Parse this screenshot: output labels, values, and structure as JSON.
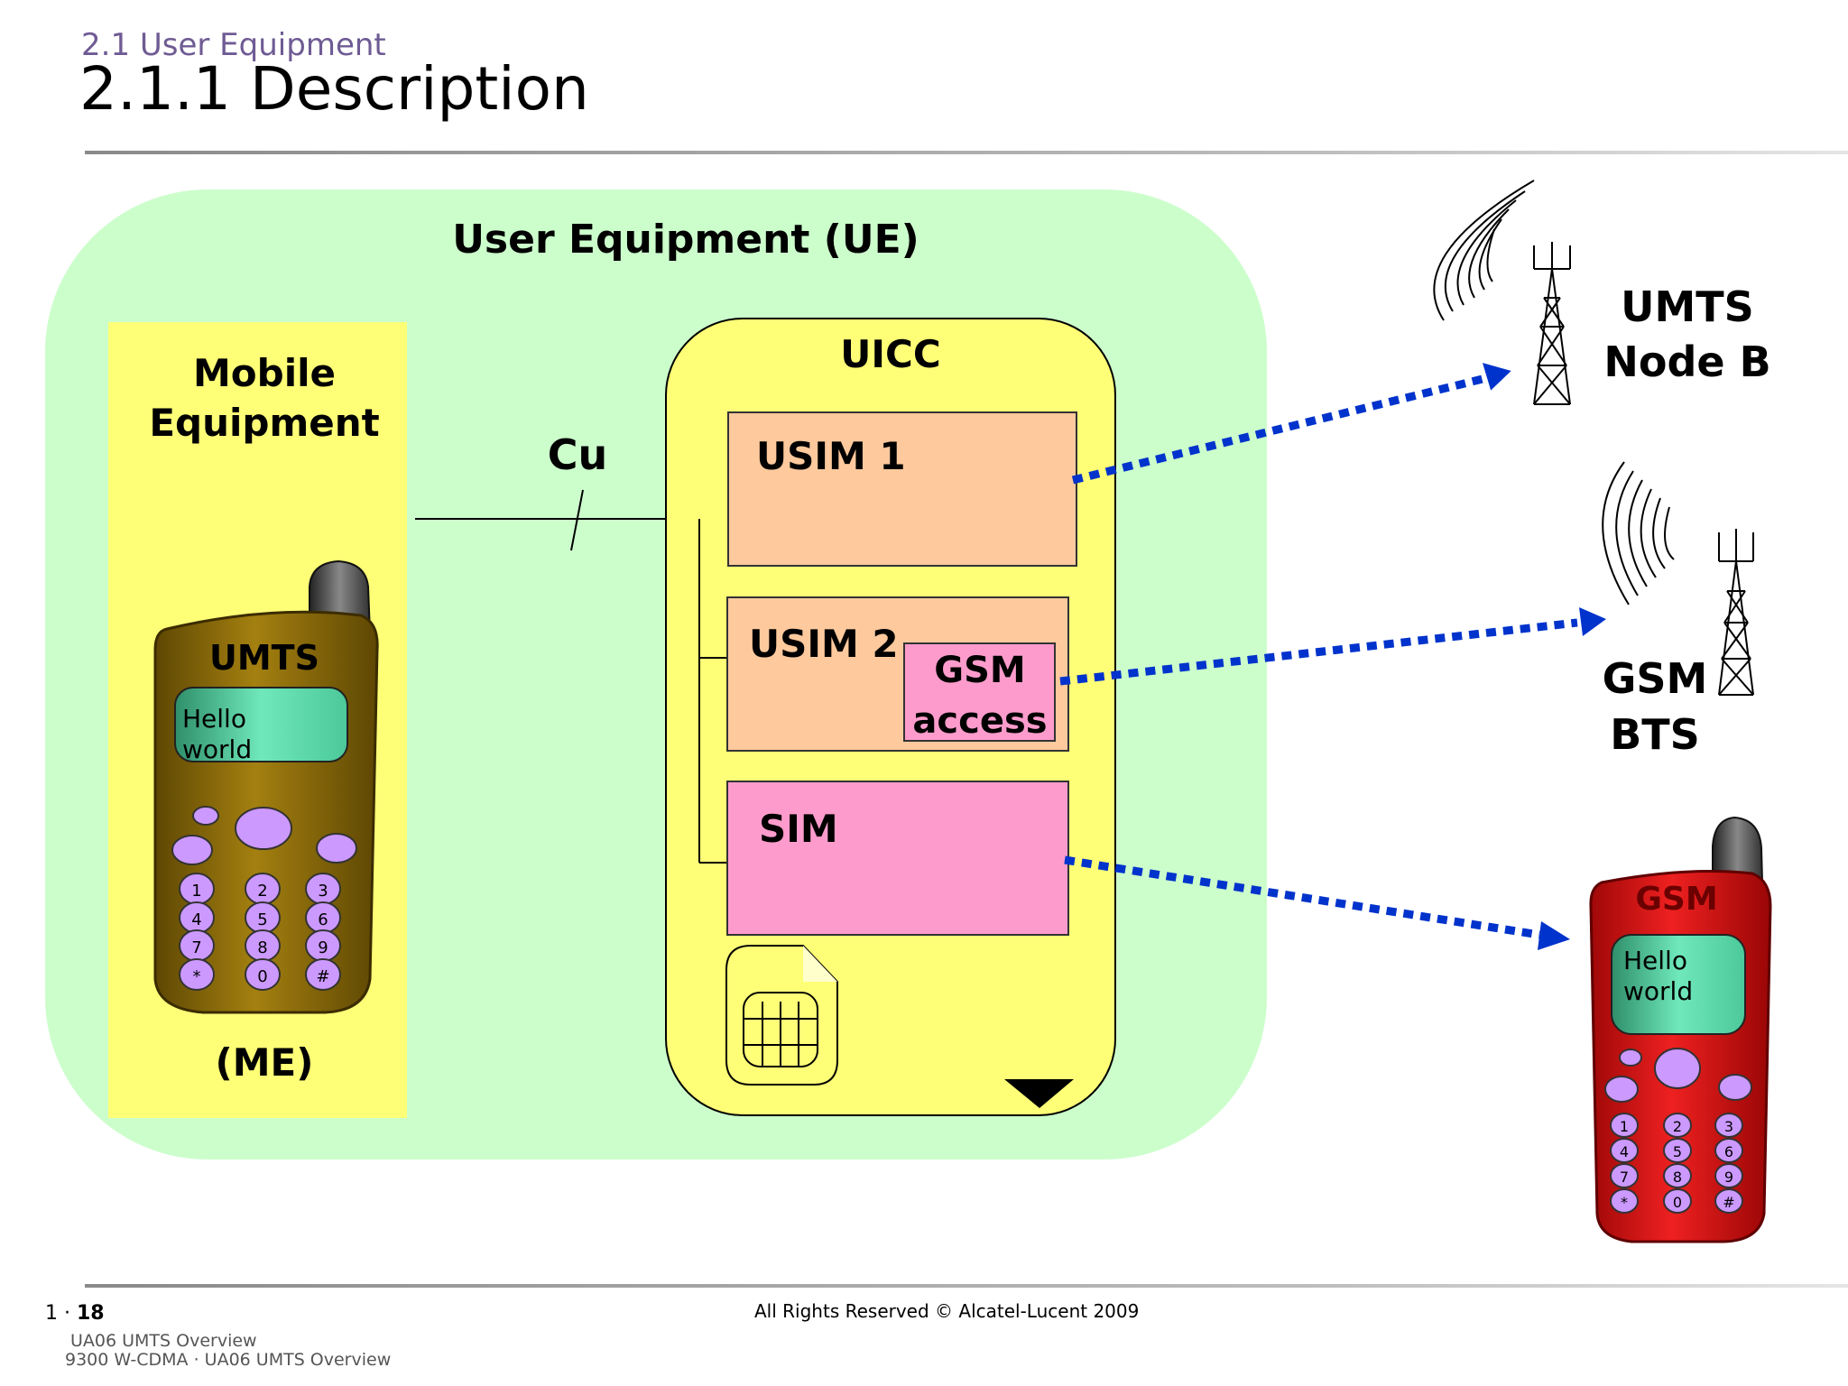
{
  "header": {
    "section": "2.1 User Equipment",
    "title": "2.1.1 Description"
  },
  "diagram": {
    "ue_label": "User Equipment (UE)",
    "me_label_line1": "Mobile",
    "me_label_line2": "Equipment",
    "me_abbrev": "(ME)",
    "interface_label": "Cu",
    "uicc_label": "UICC",
    "usim1_label": "USIM 1",
    "usim2_label": "USIM 2",
    "gsm_access_line1": "GSM",
    "gsm_access_line2": "access",
    "sim_label": "SIM",
    "umts_phone": {
      "brand": "UMTS",
      "screen_line1": "Hello",
      "screen_line2": "world",
      "keys": [
        "1",
        "2",
        "3",
        "4",
        "5",
        "6",
        "7",
        "8",
        "9",
        "*",
        "0",
        "#"
      ]
    },
    "gsm_phone": {
      "brand": "GSM",
      "screen_line1": "Hello",
      "screen_line2": "world",
      "keys": [
        "1",
        "2",
        "3",
        "4",
        "5",
        "6",
        "7",
        "8",
        "9",
        "*",
        "0",
        "#"
      ]
    },
    "nodeb_line1": "UMTS",
    "nodeb_line2": "Node B",
    "bts_line1": "GSM",
    "bts_line2": "BTS",
    "colors": {
      "ue_background": "#ccfecc",
      "me_background": "#ffff77",
      "uicc_background": "#ffff77",
      "usim_fill": "#fdc99d",
      "sim_fill": "#fd9ccc",
      "arrow": "#0033cc",
      "umts_phone_body": "#8a6a06",
      "gsm_phone_body": "#e01010",
      "screen": "#5fe0b0",
      "keys": "#cc99ff"
    }
  },
  "footer": {
    "page_prefix": "1 · ",
    "page_number": "18",
    "course_line1": "UA06 UMTS Overview",
    "course_line2": "9300 W-CDMA · UA06 UMTS Overview",
    "copyright": "All Rights Reserved © Alcatel-Lucent 2009"
  }
}
